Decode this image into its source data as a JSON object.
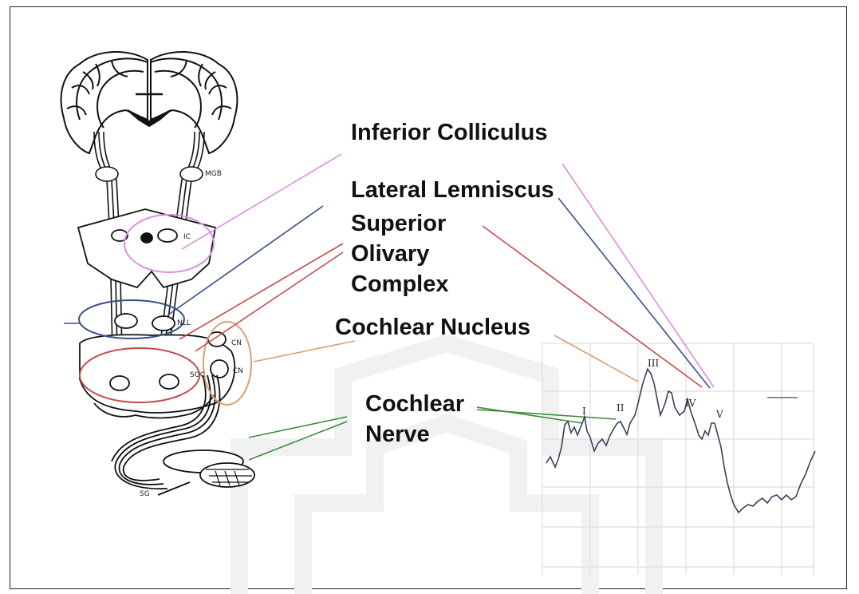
{
  "labels": {
    "inferior_colliculus": "Inferior Colliculus",
    "lateral_lemniscus": "Lateral Lemniscus",
    "superior": "Superior",
    "olivary": "Olivary",
    "complex": "Complex",
    "cochlear_nucleus": "Cochlear Nucleus",
    "cochlear": "Cochlear",
    "nerve": "Nerve"
  },
  "anatomy_labels": {
    "mgb": "MGB",
    "ic": "IC",
    "nll": "NLL",
    "cn_upper": "CN",
    "cn_lower": "CN",
    "soc": "SOC",
    "sg": "SG"
  },
  "waveform_peaks": [
    "I",
    "II",
    "III",
    "IV",
    "V"
  ],
  "colors": {
    "inferior_colliculus": "#d98ee0",
    "lateral_lemniscus": "#3a4f8a",
    "superior_olivary_complex": "#c84a4a",
    "cochlear_nucleus": "#d9a070",
    "cochlear_nerve": "#3d8a3d",
    "waveform": "#3a3f5a",
    "grid": "#e3e3e3"
  }
}
